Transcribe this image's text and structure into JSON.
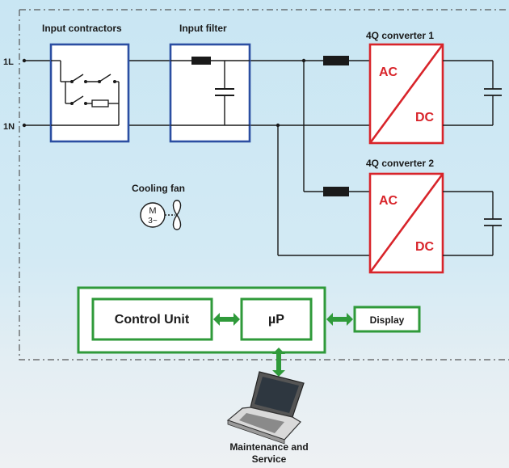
{
  "labels": {
    "input_contactors": "Input contractors",
    "input_filter": "Input filter",
    "converter1": "4Q converter 1",
    "converter2": "4Q converter 2",
    "cooling_fan": "Cooling fan",
    "terminal_1l": "1L",
    "terminal_1n": "1N",
    "ac": "AC",
    "dc": "DC",
    "motor_m": "M",
    "motor_phase": "3~",
    "control_unit": "Control Unit",
    "microprocessor": "µP",
    "display": "Display",
    "maintenance_line1": "Maintenance and",
    "maintenance_line2": "Service"
  },
  "colors": {
    "blue_block": "#2b4ea2",
    "converter_red": "#d8242a",
    "control_green": "#2f9a3a",
    "wire": "#1a1a1a",
    "background": "#c9e6f3"
  }
}
